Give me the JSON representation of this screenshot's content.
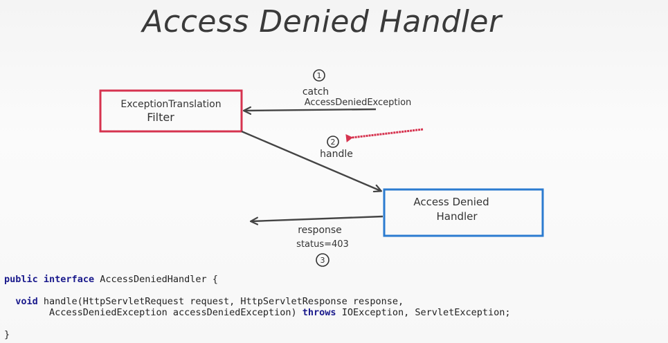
{
  "title": "Access Denied Handler",
  "nodes": {
    "filter": {
      "line1": "ExceptionTranslation",
      "line2": "Filter",
      "color": "#d6334f"
    },
    "handler": {
      "line1": "Access Denied",
      "line2": "Handler",
      "color": "#2b7bd0"
    }
  },
  "steps": {
    "catch": {
      "number": "1",
      "line1": "catch",
      "line2": "AccessDeniedException"
    },
    "handle": {
      "number": "2",
      "label": "handle"
    },
    "response": {
      "number": "3",
      "line1": "response",
      "line2": "status=403"
    }
  },
  "pointer_arrow_color": "#d6334f",
  "code": {
    "l1_kw1": "public",
    "l1_kw2": "interface",
    "l1_rest": " AccessDeniedHandler {",
    "l2_kw": "void",
    "l2_rest": " handle(HttpServletRequest request, HttpServletResponse response,",
    "l3_a": "        AccessDeniedException accessDeniedException) ",
    "l3_kw": "throws",
    "l3_b": " IOException, ServletException;",
    "l4": "}"
  }
}
